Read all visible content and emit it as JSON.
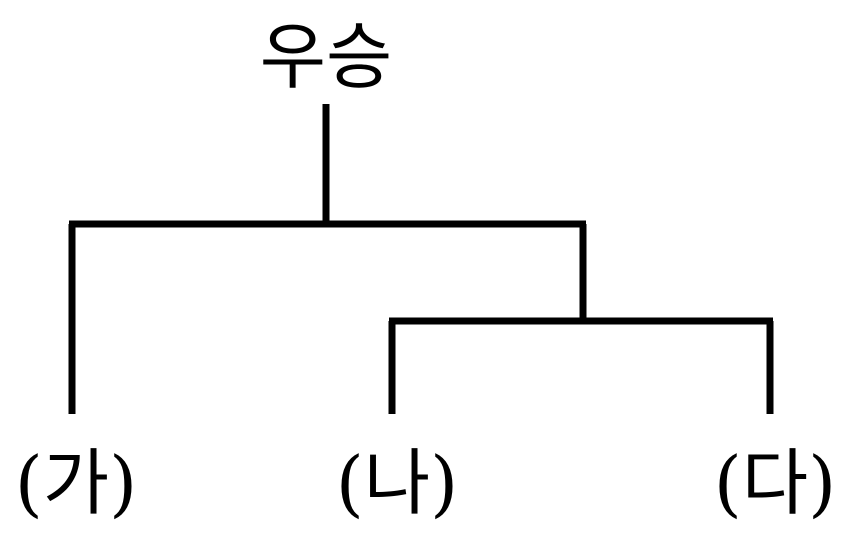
{
  "diagram": {
    "winner_label": "우승",
    "teams": [
      {
        "label": "(가)"
      },
      {
        "label": "(나)"
      },
      {
        "label": "(다)"
      }
    ],
    "line_color": "#000000",
    "background_color": "#ffffff"
  }
}
